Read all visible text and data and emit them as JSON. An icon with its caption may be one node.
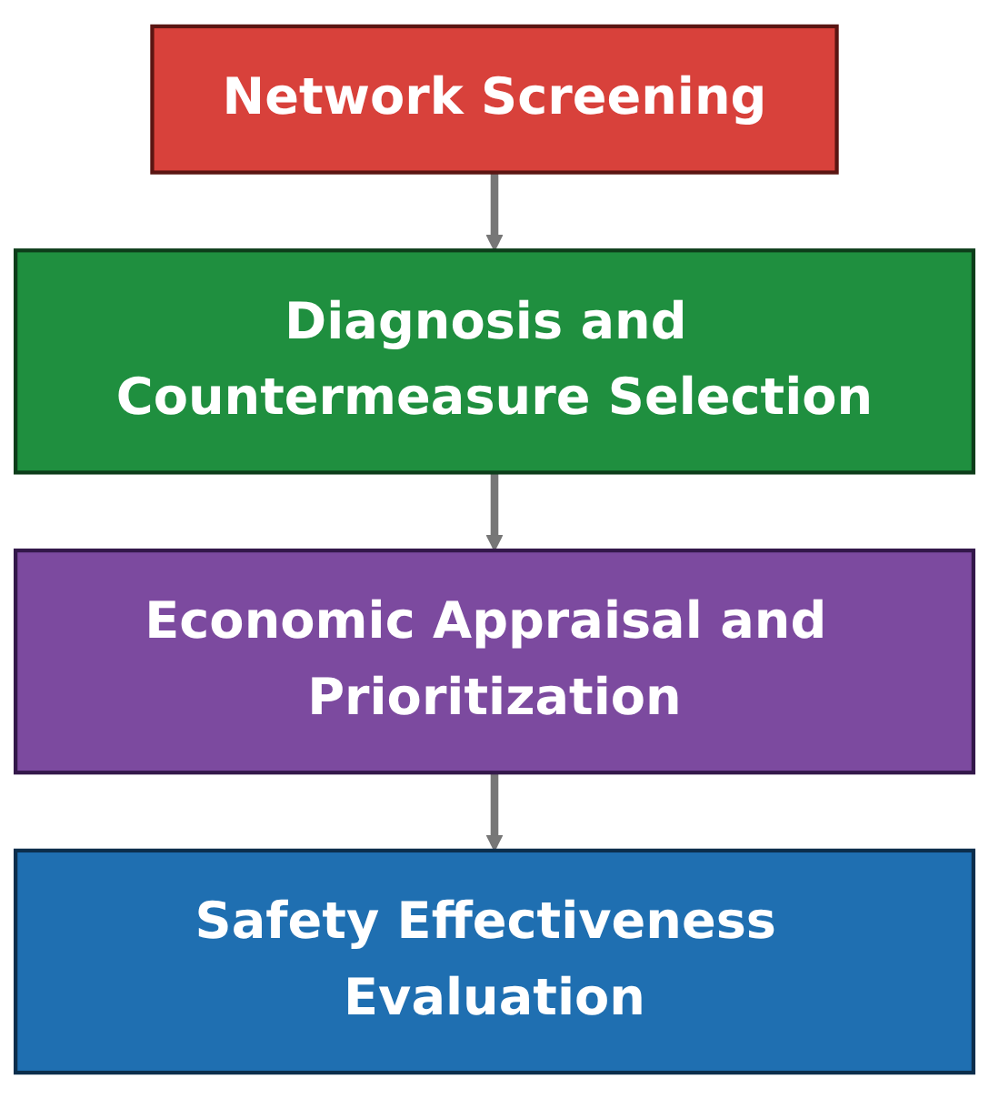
{
  "diagram": {
    "nodes": [
      {
        "text": [
          "Network Screening"
        ]
      },
      {
        "text": [
          "Diagnosis and Countermeasure Selection"
        ]
      },
      {
        "text": [
          "Economic Appraisal and Prioritization"
        ]
      },
      {
        "text": [
          "Safety Effectiveness Evaluation"
        ]
      }
    ],
    "edges": [
      {
        "from": 0,
        "to": 1,
        "arrow": "to"
      },
      {
        "from": 1,
        "to": 2,
        "arrow": "to"
      },
      {
        "from": 2,
        "to": 3,
        "arrow": "to"
      }
    ]
  }
}
